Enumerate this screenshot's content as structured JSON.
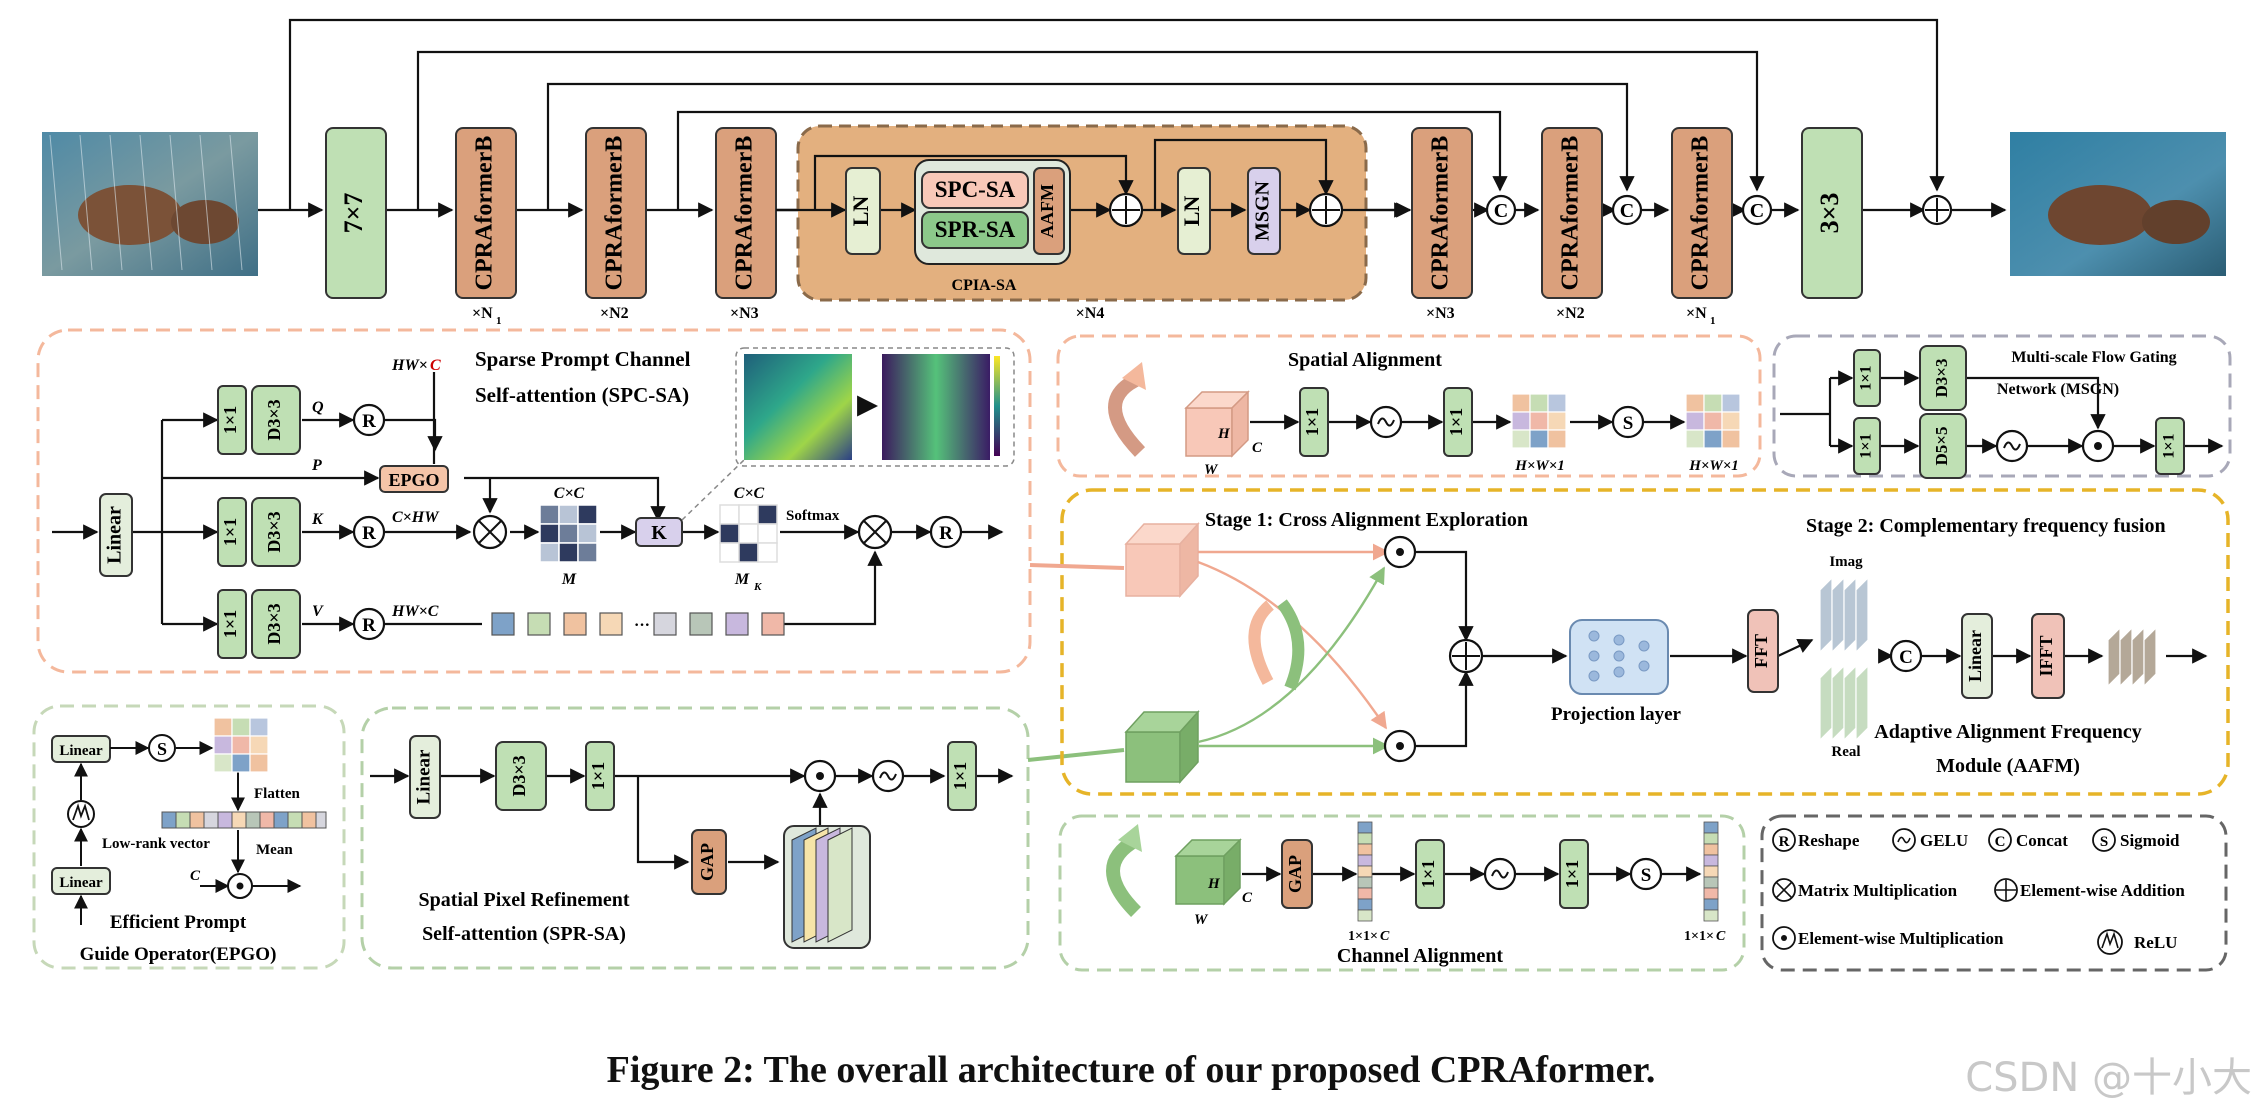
{
  "caption": "Figure 2: The overall architecture of our proposed CPRAformer.",
  "watermark": "CSDN @十小大",
  "top": {
    "conv_in": "7×7",
    "conv_out": "3×3",
    "block": "CPRAformerB",
    "ln": "LN",
    "spc": "SPC-SA",
    "spr": "SPR-SA",
    "aafm": "AAFM",
    "msgn": "MSGN",
    "cpia": "CPIA-SA",
    "n1": "×N",
    "n2": "×N2",
    "n3": "×N3",
    "n4": "×N4",
    "sub1": "1",
    "concat": "C"
  },
  "spc": {
    "title1": "Sparse Prompt Channel",
    "title2": "Self-attention (SPC-SA)",
    "linear": "Linear",
    "c1": "1×1",
    "d3": "D3×3",
    "q": "Q",
    "k": "K",
    "v": "V",
    "p": "P",
    "r": "R",
    "hwc_top_a": "HW×",
    "hwc_top_b": "C",
    "chw": "C×HW",
    "hwc": "HW×C",
    "epgo": "EPGO",
    "cc": "C×C",
    "m": "M",
    "kbox": "K",
    "cc2": "C×C",
    "mk": "M",
    "mk_sub": "K",
    "softmax": "Softmax",
    "dots": "···"
  },
  "epgo": {
    "linear": "Linear",
    "s": "S",
    "flatten": "Flatten",
    "lowrank": "Low-rank vector",
    "mean": "Mean",
    "c": "C",
    "title1": "Efficient Prompt",
    "title2": "Guide Operator(EPGO)"
  },
  "spr": {
    "linear": "Linear",
    "d3": "D3×3",
    "c1": "1×1",
    "gap": "GAP",
    "c1b": "1×1",
    "title1": "Spatial Pixel Refinement",
    "title2": "Self-attention (SPR-SA)"
  },
  "sa": {
    "title": "Spatial Alignment",
    "h": "H",
    "w": "W",
    "c": "C",
    "c1": "1×1",
    "c1b": "1×1",
    "s": "S",
    "hw1": "H×W×1",
    "hw1b": "H×W×1"
  },
  "msgn": {
    "title1": "Multi-scale Flow Gating",
    "title2": "Network (MSGN)",
    "c1a": "1×1",
    "c1b": "1×1",
    "c1c": "1×1",
    "d3": "D3×3",
    "d5": "D5×5"
  },
  "aafm": {
    "stage1": "Stage 1: Cross Alignment Exploration",
    "stage2": "Stage 2: Complementary frequency fusion",
    "proj": "Projection layer",
    "fft": "FFT",
    "ifft": "IFFT",
    "imag": "Imag",
    "real": "Real",
    "c": "C",
    "linear": "Linear",
    "title1": "Adaptive Alignment Frequency",
    "title2": "Module (AAFM)"
  },
  "ca": {
    "title": "Channel Alignment",
    "h": "H",
    "w": "W",
    "c": "C",
    "gap": "GAP",
    "c1": "1×1",
    "c1b": "1×1",
    "s": "S",
    "v1": "1×1×",
    "v1c": "C",
    "v2": "1×1×",
    "v2c": "C"
  },
  "legend": {
    "r_sym": "R",
    "reshape": "Reshape",
    "gelu": "GELU",
    "c_sym": "C",
    "concat": "Concat",
    "s_sym": "S",
    "sigmoid": "Sigmoid",
    "matmul": "Matrix Multiplication",
    "add": "Element-wise Addition",
    "mul": "Element-wise Multiplication",
    "relu": "ReLU"
  },
  "colors": {
    "green": "#bfe0b4",
    "orange": "#daa07c",
    "cpia_bg": "#e3b07f",
    "pink": "#f8c8b8",
    "lavender": "#d8d0ec",
    "red_text": "#cc0000"
  }
}
